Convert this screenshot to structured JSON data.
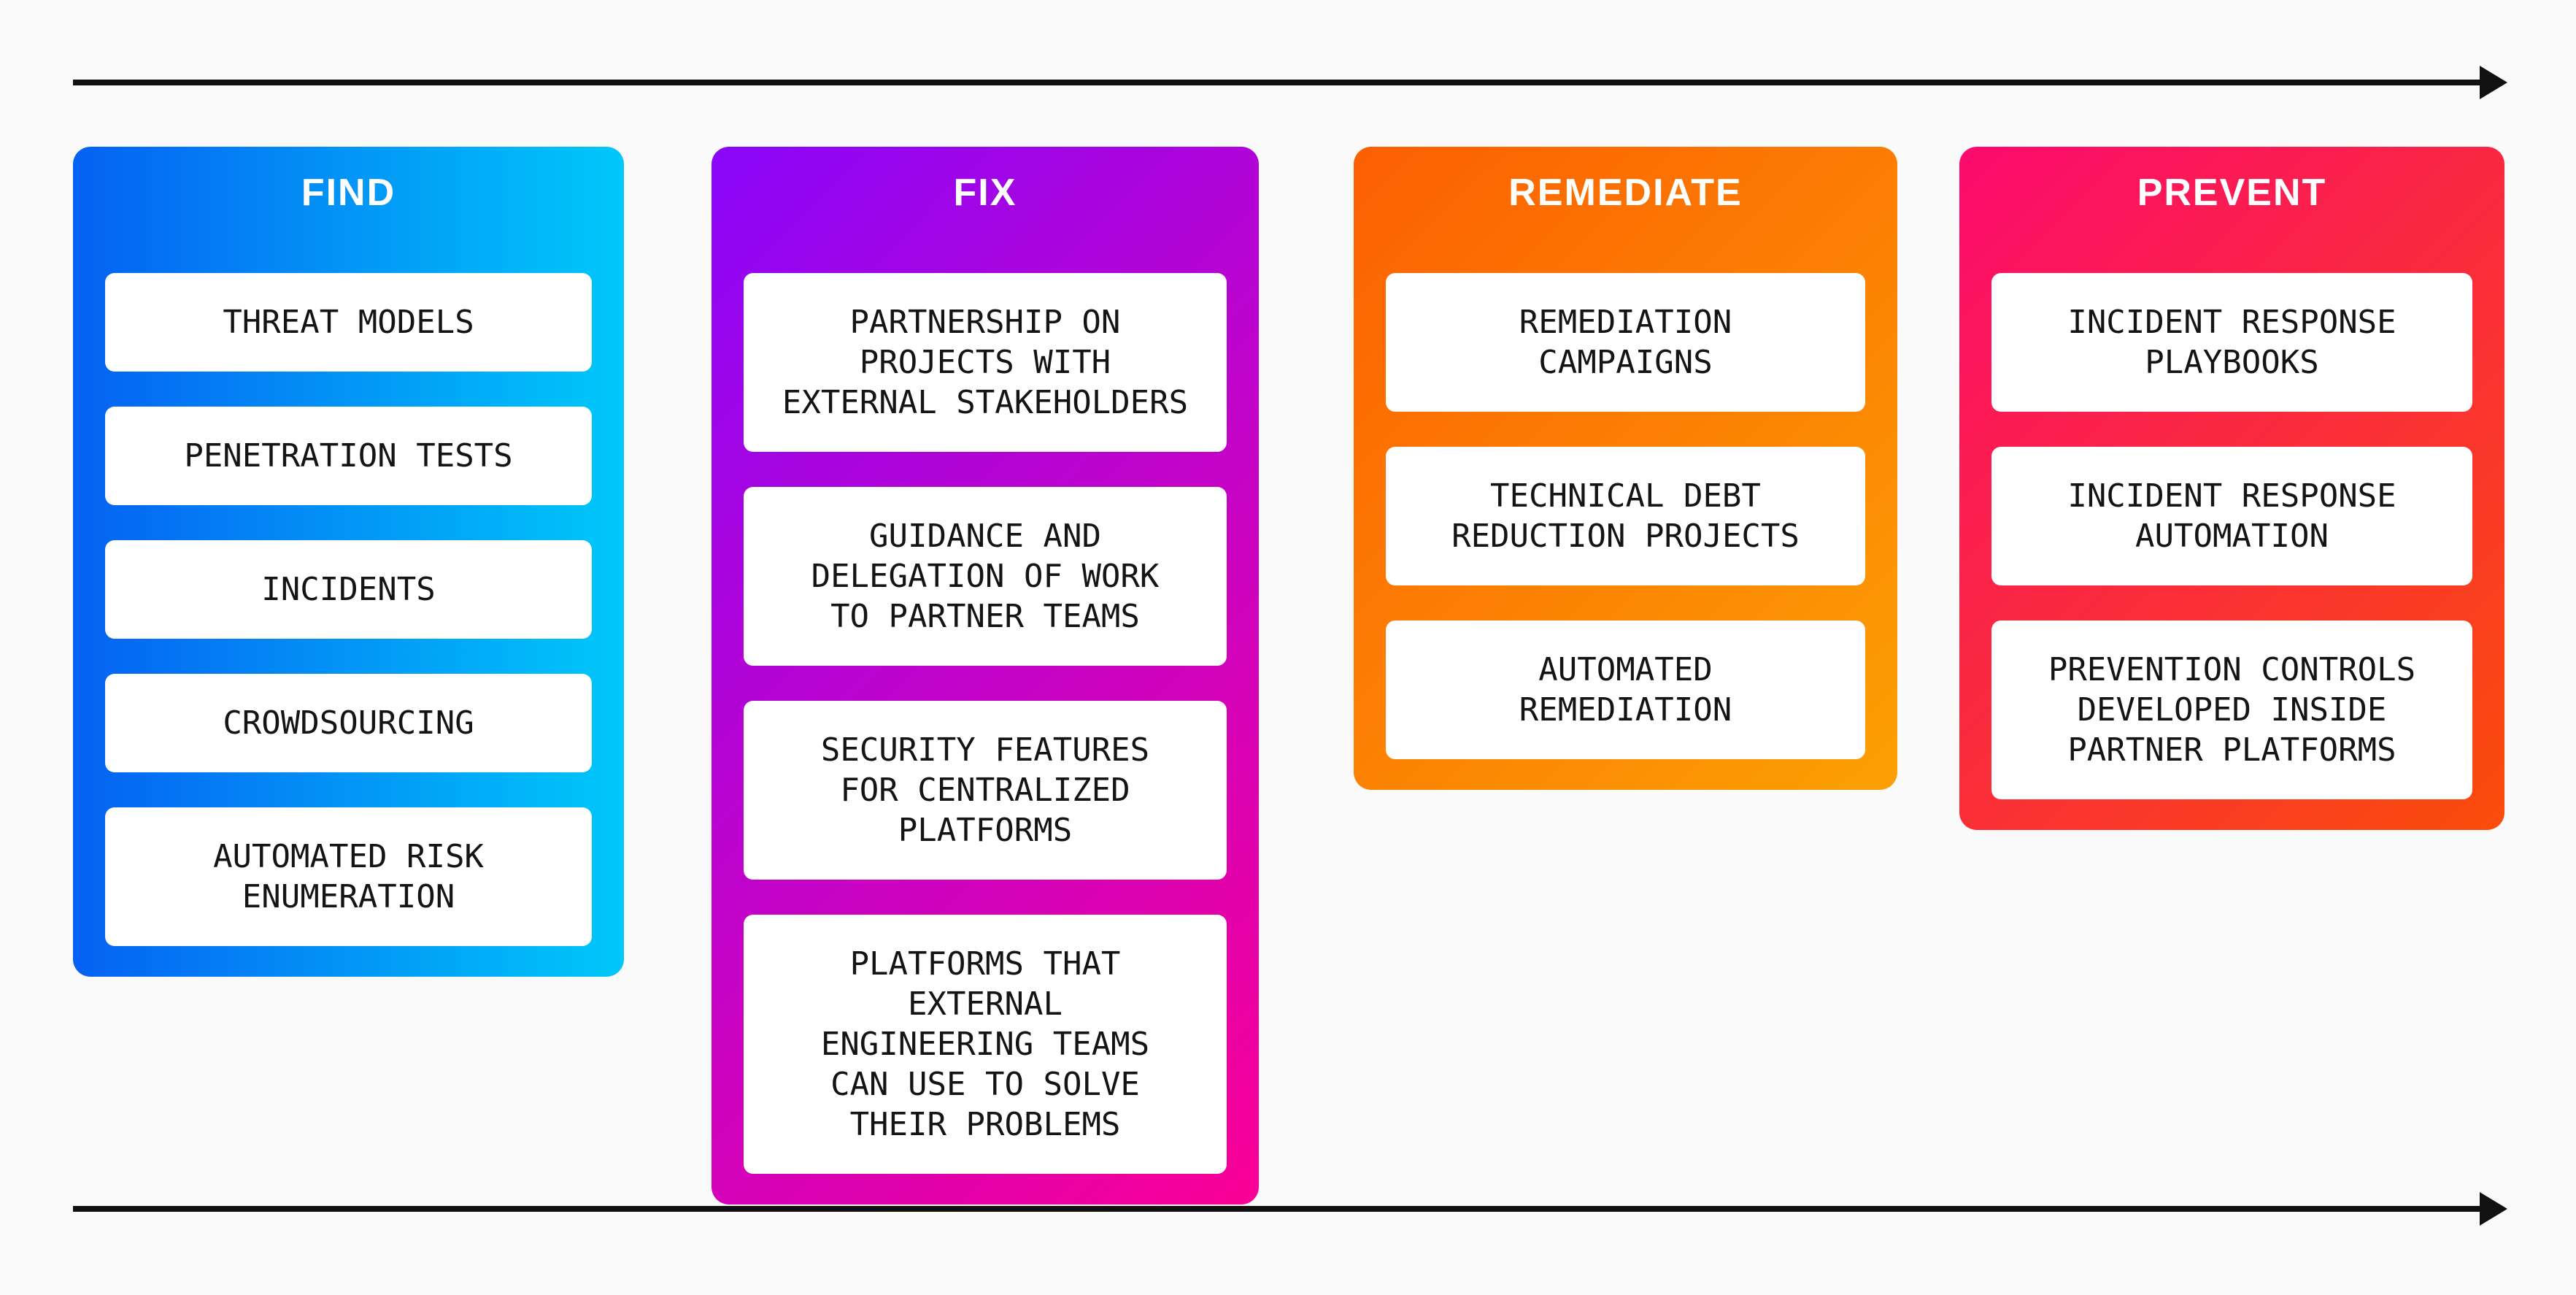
{
  "page": {
    "background_color": "#fafafa",
    "description": "Security workflow diagram with four stages under left-to-right flow arrows"
  },
  "flow_arrows": {
    "color": "#111111",
    "direction": "right",
    "positions": [
      "above columns",
      "below columns"
    ]
  },
  "columns": [
    {
      "id": "find",
      "title": "FIND",
      "gradient_from": "#0561f2",
      "gradient_to": "#00c8fa",
      "items": [
        "THREAT MODELS",
        "PENETRATION TESTS",
        "INCIDENTS",
        "CROWDSOURCING",
        "AUTOMATED RISK\nENUMERATION"
      ]
    },
    {
      "id": "fix",
      "title": "FIX",
      "gradient_from": "#8a06fa",
      "gradient_to": "#fa0096",
      "items": [
        "PARTNERSHIP ON\nPROJECTS WITH\nEXTERNAL STAKEHOLDERS",
        "GUIDANCE AND\nDELEGATION OF WORK\nTO PARTNER TEAMS",
        "SECURITY FEATURES\nFOR CENTRALIZED\nPLATFORMS",
        "PLATFORMS THAT\nEXTERNAL\nENGINEERING TEAMS\nCAN USE TO SOLVE\nTHEIR PROBLEMS"
      ]
    },
    {
      "id": "remediate",
      "title": "REMEDIATE",
      "gradient_from": "#fc5f02",
      "gradient_to": "#fca004",
      "items": [
        "REMEDIATION\nCAMPAIGNS",
        "TECHNICAL DEBT\nREDUCTION PROJECTS",
        "AUTOMATED\nREMEDIATION"
      ]
    },
    {
      "id": "prevent",
      "title": "PREVENT",
      "gradient_from": "#fb0a6e",
      "gradient_to": "#fa4d0a",
      "items": [
        "INCIDENT RESPONSE\nPLAYBOOKS",
        "INCIDENT RESPONSE\nAUTOMATION",
        "PREVENTION CONTROLS\nDEVELOPED INSIDE\nPARTNER PLATFORMS"
      ]
    }
  ]
}
